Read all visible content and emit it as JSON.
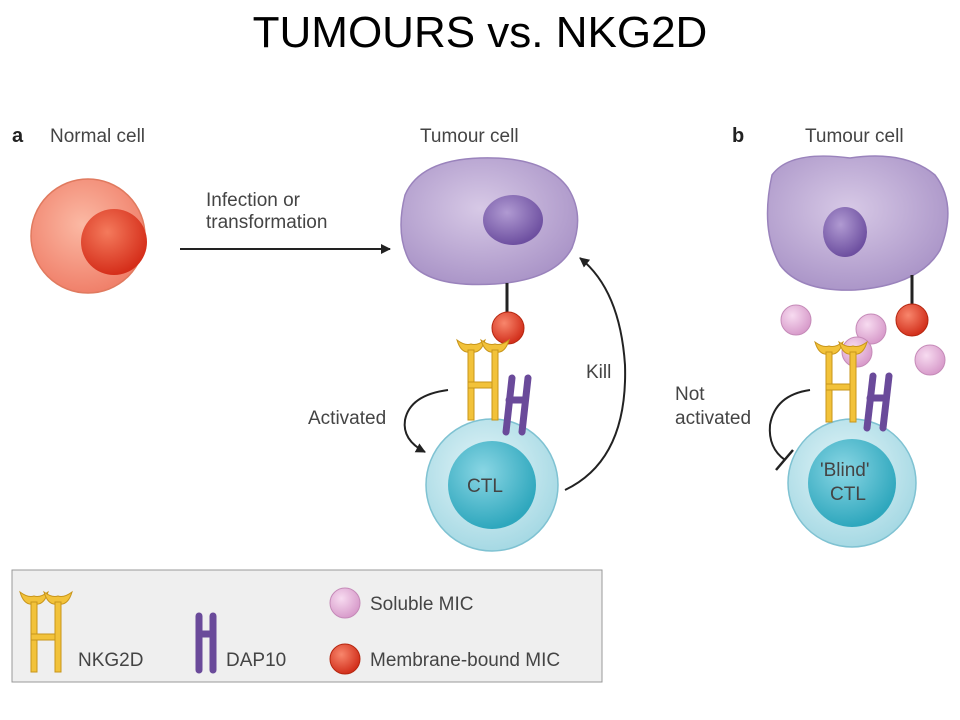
{
  "title": "TUMOURS vs. NKG2D",
  "panel_a": {
    "letter": "a",
    "normal_cell_label": "Normal cell",
    "arrow_label_line1": "Infection or",
    "arrow_label_line2": "transformation",
    "tumour_cell_label": "Tumour cell",
    "activated_label": "Activated",
    "kill_label": "Kill",
    "ctl_label": "CTL"
  },
  "panel_b": {
    "letter": "b",
    "tumour_cell_label": "Tumour cell",
    "not_activated_line1": "Not",
    "not_activated_line2": "activated",
    "ctl_line1": "'Blind'",
    "ctl_line2": "CTL"
  },
  "legend": {
    "nkg2d": "NKG2D",
    "dap10": "DAP10",
    "soluble_mic": "Soluble MIC",
    "membrane_mic": "Membrane-bound MIC"
  },
  "colors": {
    "normal_cell_outer": "#f59a82",
    "normal_cell_nucleus": "#e8442a",
    "tumour_cell": "#c1aed6",
    "tumour_nucleus": "#8a6cb6",
    "ctl_outer": "#bfe6ee",
    "ctl_inner": "#5cc0d2",
    "nkg2d": "#f2c23a",
    "dap10": "#6a4a9a",
    "membrane_mic": "#e8442a",
    "soluble_mic": "#e8a8d8"
  }
}
